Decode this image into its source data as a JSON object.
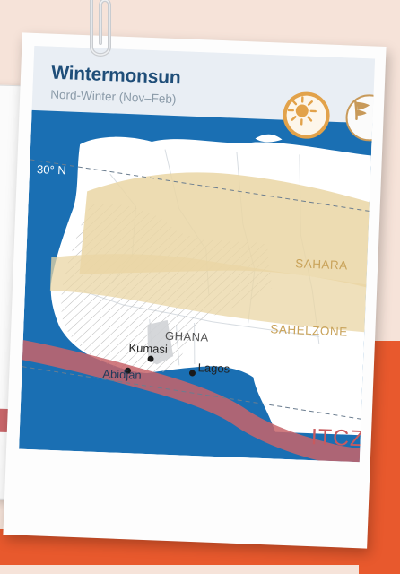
{
  "card": {
    "title": "Wintermonsun",
    "subtitle": "Nord-Winter (Nov–Feb)"
  },
  "buttons": [
    {
      "name": "sun-button",
      "icon": "sun-icon"
    },
    {
      "name": "wind-button",
      "icon": "wind-icon"
    }
  ],
  "map": {
    "latitude_label": "30° N",
    "regions": {
      "sahara": "SAHARA",
      "sahel": "SAHELZONE",
      "ghana": "GHANA",
      "itcz": "ITCZ"
    },
    "cities": {
      "kumasi": "Kumasi",
      "lagos": "Lagos",
      "abidjan": "Abidjan"
    }
  },
  "colors": {
    "ocean": "#1a6fb3",
    "land": "#ffffff",
    "sahara_band": "#ead6a4",
    "itcz_band": "#c8646a",
    "title": "#1f4e79",
    "accent_orange": "#e2a24a",
    "background_orange": "#e8592d"
  }
}
